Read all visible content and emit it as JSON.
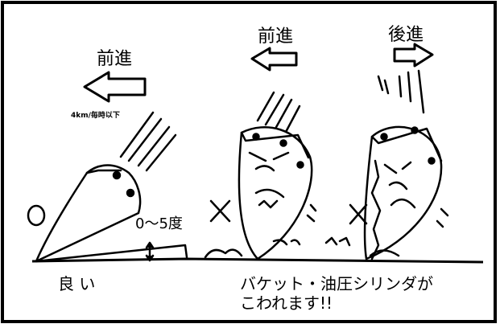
{
  "labels": {
    "forward_left": "前進",
    "forward_mid": "前進",
    "reverse": "後進",
    "speed_note": "4km/毎時以下",
    "angle": "0～5度",
    "good": "良 い",
    "warning_line1": "バケット・油圧シリンダが",
    "warning_line2": "こわれます!!"
  }
}
